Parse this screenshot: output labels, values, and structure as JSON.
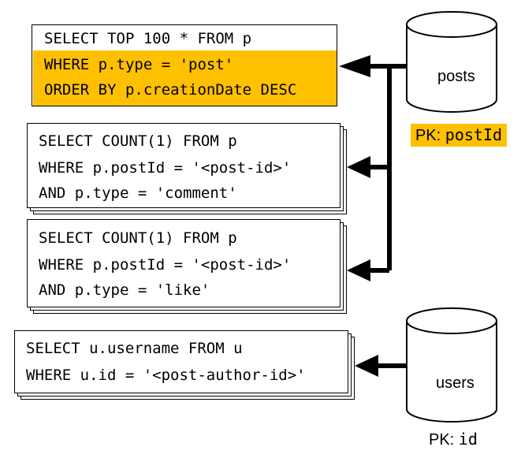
{
  "query_1": {
    "lines": [
      "SELECT TOP 100 * FROM p",
      "WHERE p.type = 'post'",
      "ORDER BY p.creationDate DESC"
    ],
    "highlight_color": "#ffc000"
  },
  "query_2": {
    "lines": [
      "SELECT COUNT(1) FROM p",
      "WHERE p.postId = '<post-id>'",
      "AND p.type = 'comment'"
    ]
  },
  "query_3": {
    "lines": [
      "SELECT COUNT(1) FROM p",
      "WHERE p.postId = '<post-id>'",
      "AND p.type = 'like'"
    ]
  },
  "query_4": {
    "lines": [
      "SELECT u.username FROM u",
      "WHERE u.id = '<post-author-id>'"
    ]
  },
  "posts_db": {
    "label": "posts",
    "pk_prefix": "PK: ",
    "pk_key": "postId",
    "pk_highlight_color": "#ffc000"
  },
  "users_db": {
    "label": "users",
    "pk_prefix": "PK: ",
    "pk_key": "id"
  }
}
